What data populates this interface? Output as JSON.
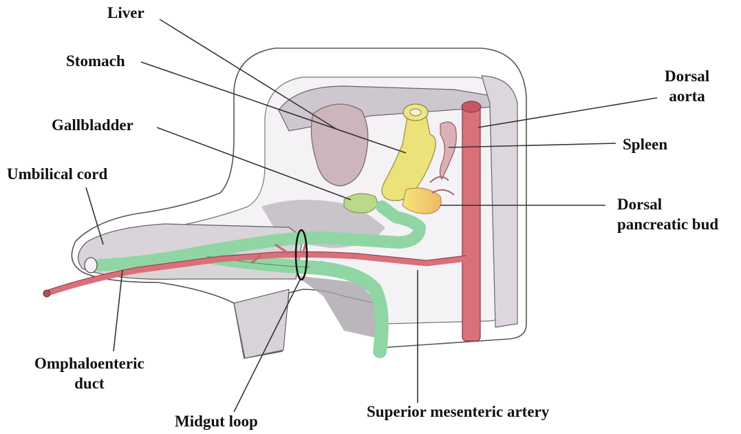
{
  "labels": {
    "liver": "Liver",
    "stomach": "Stomach",
    "gallbladder": "Gallbladder",
    "umbilical_cord": "Umbilical cord",
    "dorsal_aorta": [
      "Dorsal",
      "aorta"
    ],
    "spleen": "Spleen",
    "dorsal_pancreatic_bud": [
      "Dorsal",
      "pancreatic bud"
    ],
    "omphaloenteric_duct": [
      "Omphaloenteric",
      "duct"
    ],
    "midgut_loop": "Midgut loop",
    "superior_mesenteric_artery": "Superior mesenteric artery"
  },
  "colors": {
    "body_wall": "#e6e2e7",
    "body_wall_shade": "#cfc9d0",
    "cavity_shade": "#b9b4ba",
    "liver": "#cdb5bc",
    "stomach": "#ece27a",
    "gallbladder": "#bcd889",
    "pancreas": "#f2bf6a",
    "gut": "#8fd6a4",
    "artery": "#d9707a",
    "spleen": "#ddb0b6",
    "leader_line": "#333333"
  }
}
